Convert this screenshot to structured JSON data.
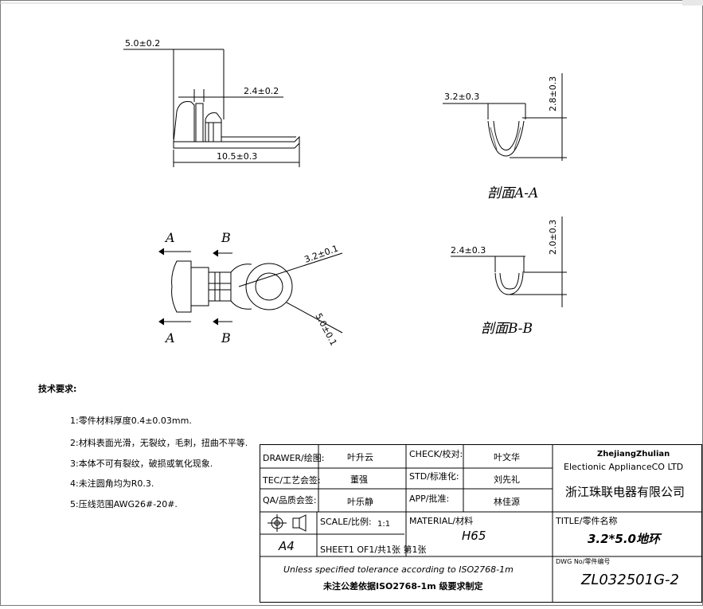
{
  "dimensions": {
    "side_width": "5.0±0.2",
    "side_slot": "2.4±0.2",
    "side_length": "10.5±0.3",
    "aa_width": "3.2±0.3",
    "aa_height": "2.8±0.3",
    "bb_width": "2.4±0.3",
    "bb_height": "2.0±0.3",
    "ring_inner": "3.2±0.1",
    "ring_outer": "5.0±0.1"
  },
  "section_marks": {
    "a": "A",
    "b": "B"
  },
  "section_titles": {
    "aa": "剖面A-A",
    "bb": "剖面B-B"
  },
  "requirements": {
    "heading": "技术要求:",
    "items": [
      "1:零件材料厚度0.4±0.03mm.",
      "2:材料表面光滑，无裂纹，毛刺，扭曲不平等.",
      "3:本体不可有裂纹，破损或氧化现象.",
      "4:未注圆角均为R0.3.",
      "5:压线范围AWG26#-20#."
    ]
  },
  "title_block": {
    "drawer_label": "DRAWER/绘图:",
    "drawer_value": "叶升云",
    "check_label": "CHECK/校对:",
    "check_value": "叶文华",
    "tec_label": "TEC/工艺会签:",
    "tec_value": "董强",
    "std_label": "STD/标准化:",
    "std_value": "刘先礼",
    "qa_label": "QA/品质会签:",
    "qa_value": "叶乐静",
    "app_label": "APP/批准:",
    "app_value": "林佳源",
    "company_en_1": "ZhejiangZhulian",
    "company_en_2": "Electionic ApplianceCO LTD",
    "company_cn": "浙江珠联电器有限公司",
    "scale_label": "SCALE/比例:",
    "scale_value": "1:1",
    "material_label": "MATERIAL/材料",
    "material_value": "H65",
    "title_label": "TITLE/零件名称",
    "title_value": "3.2*5.0地环",
    "paper_size": "A4",
    "sheet_text": "SHEET1 OF1/共1张 第1张",
    "tolerance_en": "Unless specified tolerance according to ISO2768-1m",
    "tolerance_cn": "未注公差依据ISO2768-1m 级要求制定",
    "dwg_label": "DWG No/零件编号",
    "dwg_value": "ZL032501G-2"
  }
}
